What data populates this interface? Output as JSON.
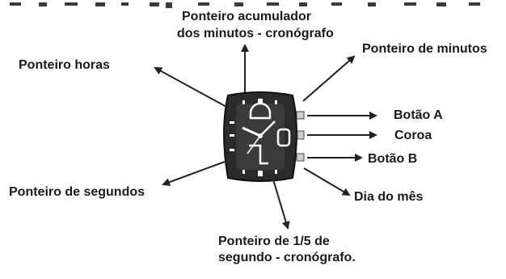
{
  "diagram": {
    "labels": {
      "minute_counter": [
        "Ponteiro acumulador",
        "dos minutos - cronógrafo"
      ],
      "minute_hand": "Ponteiro de minutos",
      "hour_hand": "Ponteiro horas",
      "button_a": "Botão A",
      "crown": "Coroa",
      "button_b": "Botão B",
      "second_hand": "Ponteiro de segundos",
      "date": "Dia do mês",
      "fifth_second": [
        "Ponteiro de 1/5 de",
        "segundo - cronógrafo."
      ]
    },
    "colors": {
      "text": "#1a1a1a",
      "arrow": "#222222",
      "case": "#2b2b2b",
      "dial": "#3a3a3a",
      "markers": "#ffffff"
    }
  }
}
